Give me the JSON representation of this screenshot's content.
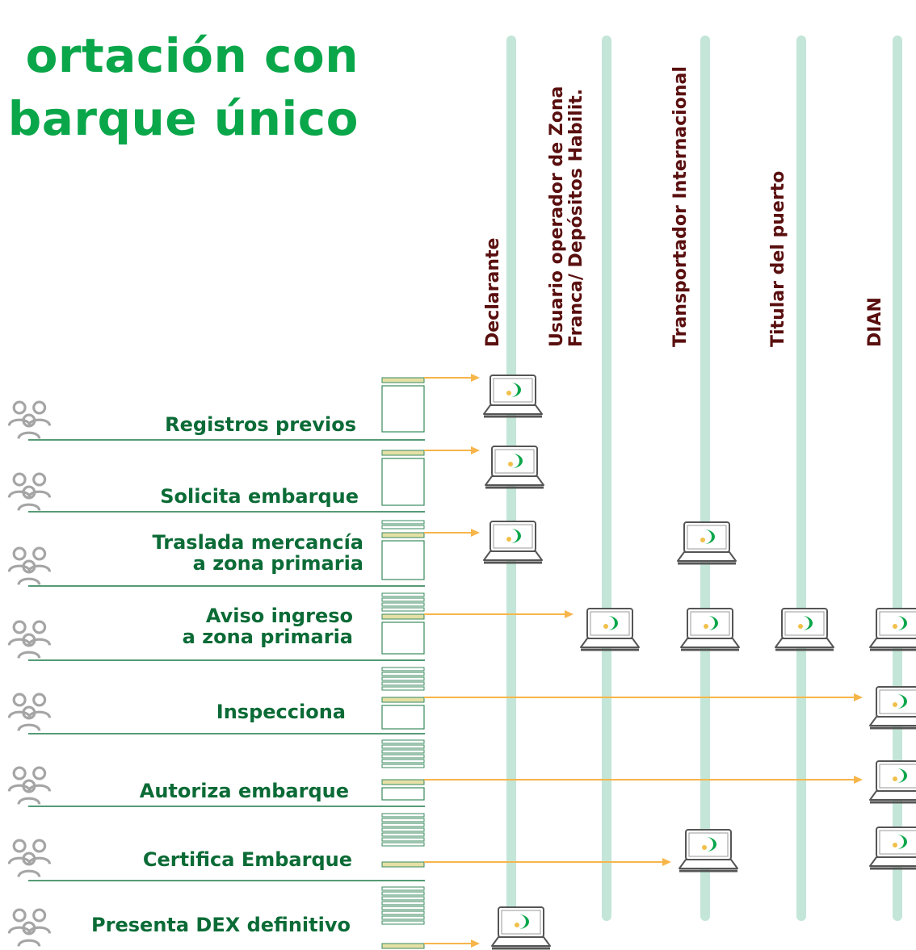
{
  "title": {
    "line1": "ortación con",
    "line2": "barque único"
  },
  "actors": [
    {
      "label": "Declarante"
    },
    {
      "label": "Usuario operador de Zona\nFranca/ Depósitos Habilit."
    },
    {
      "label": "Transportador Internacional"
    },
    {
      "label": "Titular del puerto"
    },
    {
      "label": "DIAN"
    }
  ],
  "steps": [
    {
      "label": "Registros previos"
    },
    {
      "label": "Solicita embarque"
    },
    {
      "label": "Traslada mercancía\na zona primaria"
    },
    {
      "label": "Aviso ingreso\na zona primaria"
    },
    {
      "label": "Inspecciona"
    },
    {
      "label": "Autoriza embarque"
    },
    {
      "label": "Certifica Embarque"
    },
    {
      "label": "Presenta DEX  definitivo"
    }
  ],
  "icons": {
    "step": "users-icon",
    "device": "laptop-icon"
  },
  "colors": {
    "title": "#0aa64a",
    "actor": "#5a0f0f",
    "step": "#0b6b36",
    "lane": "#c3e6d8",
    "arrow": "#f7b54a",
    "bar": "#e4e0a6"
  }
}
